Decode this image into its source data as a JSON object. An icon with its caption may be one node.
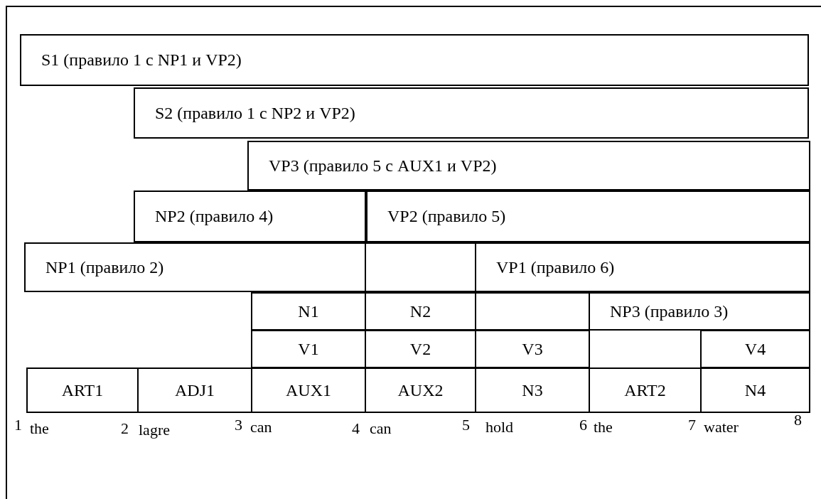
{
  "diagram": {
    "nodes": [
      {
        "text": [
          "S1 (правило 1 с NP1 и VP2)"
        ]
      },
      {
        "text": [
          "S2 (правило 1 с NP2 и VP2)"
        ]
      },
      {
        "text": [
          "VP3 (правило 5 с AUX1 и VP2)"
        ]
      },
      {
        "text": [
          "NP2 (правило 4)"
        ]
      },
      {
        "text": [
          "VP2 (правило 5)"
        ]
      },
      {
        "text": [
          "NP1 (правило 2)"
        ]
      },
      {
        "text": [],
        "shape": "box"
      },
      {
        "text": [
          "VP1 (правило 6)"
        ]
      },
      {
        "text": [
          "N1"
        ]
      },
      {
        "text": [
          "N2"
        ]
      },
      {
        "text": [],
        "shape": "box"
      },
      {
        "text": [
          "NP3 (правило 3)"
        ]
      },
      {
        "text": [
          "V1"
        ]
      },
      {
        "text": [
          "V2"
        ]
      },
      {
        "text": [
          "V3"
        ]
      },
      {
        "text": [
          "V4"
        ]
      },
      {
        "text": [
          "ART1"
        ]
      },
      {
        "text": [
          "ADJ1"
        ]
      },
      {
        "text": [
          "AUX1"
        ]
      },
      {
        "text": [
          "AUX2"
        ]
      },
      {
        "text": [
          "N3"
        ]
      },
      {
        "text": [
          "ART2"
        ]
      },
      {
        "text": [
          "N4"
        ]
      }
    ],
    "edges": [],
    "labels": [
      "1",
      "the",
      "2",
      "lagre",
      "3",
      "can",
      "4",
      "can",
      "5",
      "hold",
      "6",
      "the",
      "7",
      "water",
      "8"
    ]
  }
}
